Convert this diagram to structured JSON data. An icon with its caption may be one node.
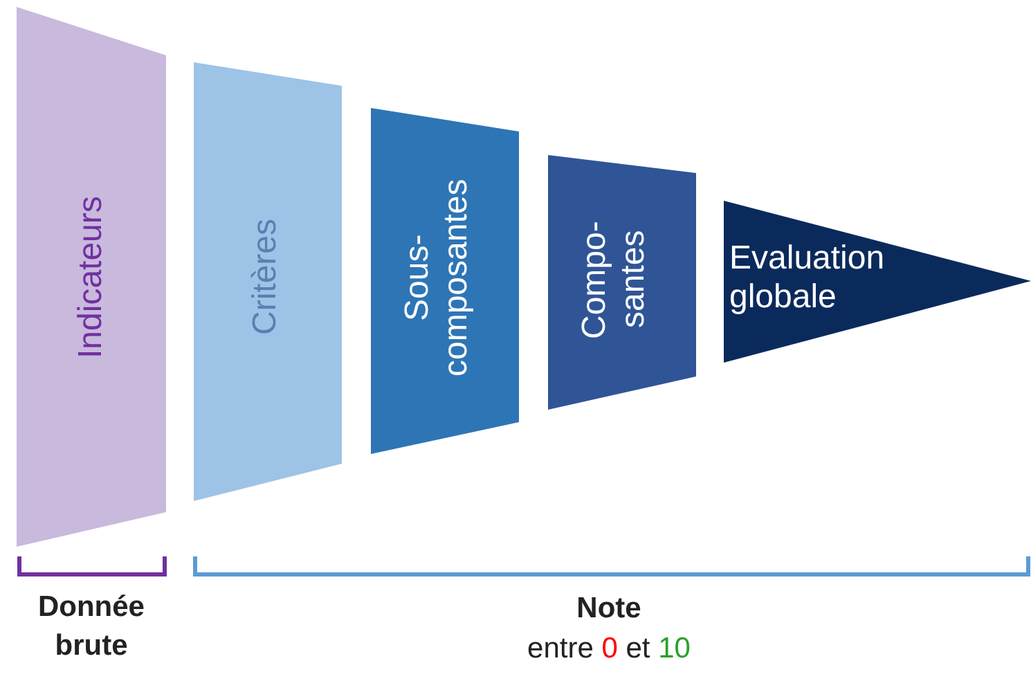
{
  "diagram": {
    "nodes": [
      {
        "text": [
          "Indicateurs"
        ]
      },
      {
        "text": [
          "Critères"
        ]
      },
      {
        "text": [
          "Sous- composantes"
        ]
      },
      {
        "text": [
          "Compo- santes"
        ]
      },
      {
        "text": [
          "Evaluation globale"
        ]
      }
    ],
    "labels": [
      "Donnée brute",
      "Note",
      "entre 0 et 10"
    ]
  }
}
